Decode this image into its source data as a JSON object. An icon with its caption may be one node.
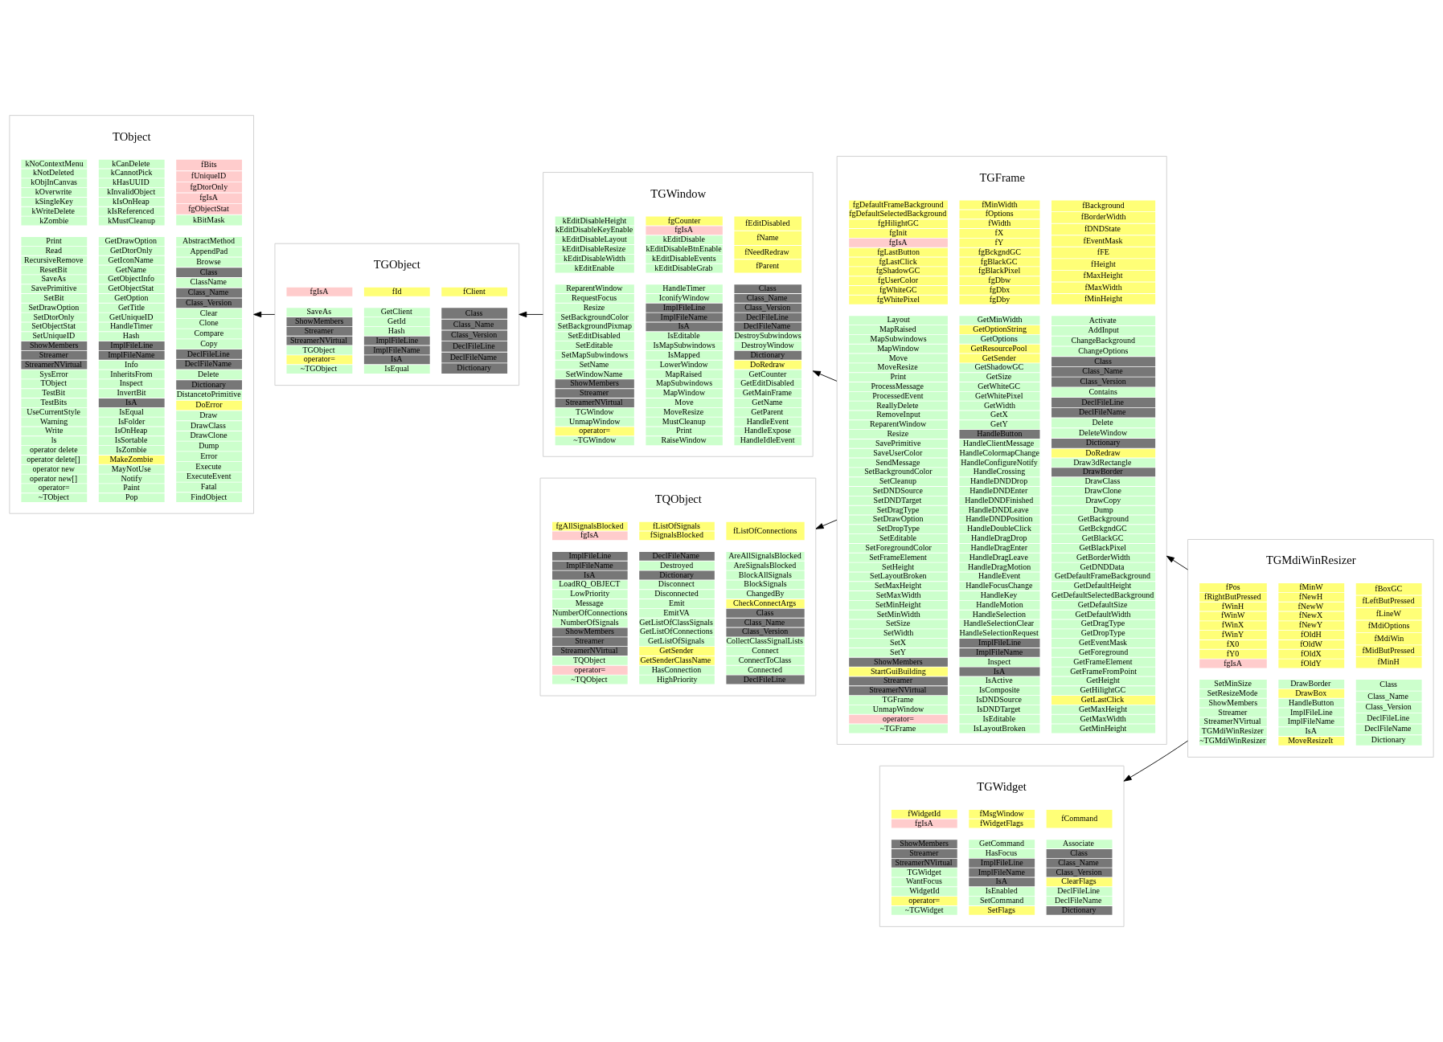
{
  "diagram": {
    "nodes": [
      {
        "text": [
          "TObject",
          "kNoContextMenu",
          "kNotDeleted",
          "kObjInCanvas",
          "kOverwrite",
          "kSingleKey",
          "kWriteDelete",
          "kZombie",
          "kCanDelete",
          "kCannotPick",
          "kHasUUID",
          "kInvalidObject",
          "kIsOnHeap",
          "kIsReferenced",
          "kMustCleanup",
          "fBits",
          "fUniqueID",
          "fgDtorOnly",
          "fgIsA",
          "fgObjectStat",
          "kBitMask",
          "Print",
          "Read",
          "RecursiveRemove",
          "ResetBit",
          "SaveAs",
          "SavePrimitive",
          "SetBit",
          "SetDrawOption",
          "SetDtorOnly",
          "SetObjectStat",
          "SetUniqueID",
          "ShowMembers",
          "Streamer",
          "StreamerNVirtual",
          "SysError",
          "TObject",
          "TestBit",
          "TestBits",
          "UseCurrentStyle",
          "Warning",
          "Write",
          "ls",
          "operator delete",
          "operator delete[]",
          "operator new",
          "operator new[]",
          "operator=",
          "~TObject",
          "GetDrawOption",
          "GetDtorOnly",
          "GetIconName",
          "GetName",
          "GetObjectInfo",
          "GetObjectStat",
          "GetOption",
          "GetTitle",
          "GetUniqueID",
          "HandleTimer",
          "Hash",
          "ImplFileLine",
          "ImplFileName",
          "Info",
          "InheritsFrom",
          "Inspect",
          "InvertBit",
          "IsA",
          "IsEqual",
          "IsFolder",
          "IsOnHeap",
          "IsSortable",
          "IsZombie",
          "MakeZombie",
          "MayNotUse",
          "Notify",
          "Paint",
          "Pop",
          "AbstractMethod",
          "AppendPad",
          "Browse",
          "Class",
          "ClassName",
          "Class_Name",
          "Class_Version",
          "Clear",
          "Clone",
          "Compare",
          "Copy",
          "DeclFileLine",
          "DeclFileName",
          "Delete",
          "Dictionary",
          "DistancetoPrimitive",
          "DoError",
          "Draw",
          "DrawClass",
          "DrawClone",
          "Dump",
          "Error",
          "Execute",
          "ExecuteEvent",
          "Fatal",
          "FindObject"
        ]
      },
      {
        "text": [
          "TGObject",
          "fgIsA",
          "fId",
          "fClient",
          "SaveAs",
          "ShowMembers",
          "Streamer",
          "StreamerNVirtual",
          "TGObject",
          "operator=",
          "~TGObject",
          "GetClient",
          "GetId",
          "Hash",
          "ImplFileLine",
          "ImplFileName",
          "IsA",
          "IsEqual",
          "Class",
          "Class_Name",
          "Class_Version",
          "DeclFileLine",
          "DeclFileName",
          "Dictionary"
        ]
      },
      {
        "text": [
          "TGWindow",
          "kEditDisableHeight",
          "kEditDisableKeyEnable",
          "kEditDisableLayout",
          "kEditDisableResize",
          "kEditDisableWidth",
          "kEditEnable",
          "fgCounter",
          "fgIsA",
          "kEditDisable",
          "kEditDisableBtnEnable",
          "kEditDisableEvents",
          "kEditDisableGrab",
          "fEditDisabled",
          "fName",
          "fNeedRedraw",
          "fParent",
          "ReparentWindow",
          "RequestFocus",
          "Resize",
          "SetBackgroundColor",
          "SetBackgroundPixmap",
          "SetEditDisabled",
          "SetEditable",
          "SetMapSubwindows",
          "SetName",
          "SetWindowName",
          "ShowMembers",
          "Streamer",
          "StreamerNVirtual",
          "TGWindow",
          "UnmapWindow",
          "operator=",
          "~TGWindow",
          "HandleTimer",
          "IconifyWindow",
          "ImplFileLine",
          "ImplFileName",
          "IsA",
          "IsEditable",
          "IsMapSubwindows",
          "IsMapped",
          "LowerWindow",
          "MapRaised",
          "MapSubwindows",
          "MapWindow",
          "Move",
          "MoveResize",
          "MustCleanup",
          "Print",
          "RaiseWindow",
          "Class",
          "Class_Name",
          "Class_Version",
          "DeclFileLine",
          "DeclFileName",
          "DestroySubwindows",
          "DestroyWindow",
          "Dictionary",
          "DoRedraw",
          "GetCounter",
          "GetEditDisabled",
          "GetMainFrame",
          "GetName",
          "GetParent",
          "HandleEvent",
          "HandleExpose",
          "HandleIdleEvent"
        ]
      },
      {
        "text": [
          "TGFrame",
          "fgDefaultFrameBackground",
          "fgDefaultSelectedBackground",
          "fgHilightGC",
          "fgInit",
          "fgIsA",
          "fgLastButton",
          "fgLastClick",
          "fgShadowGC",
          "fgUserColor",
          "fgWhiteGC",
          "fgWhitePixel",
          "fMinWidth",
          "fOptions",
          "fWidth",
          "fX",
          "fY",
          "fgBckgndGC",
          "fgBlackGC",
          "fgBlackPixel",
          "fgDbw",
          "fgDbx",
          "fgDby",
          "fBackground",
          "fBorderWidth",
          "fDNDState",
          "fEventMask",
          "fFE",
          "fHeight",
          "fMaxHeight",
          "fMaxWidth",
          "fMinHeight",
          "Layout",
          "MapRaised",
          "MapSubwindows",
          "MapWindow",
          "Move",
          "MoveResize",
          "Print",
          "ProcessMessage",
          "ProcessedEvent",
          "ReallyDelete",
          "RemoveInput",
          "ReparentWindow",
          "Resize",
          "SavePrimitive",
          "SaveUserColor",
          "SendMessage",
          "SetBackgroundColor",
          "SetCleanup",
          "SetDNDSource",
          "SetDNDTarget",
          "SetDragType",
          "SetDrawOption",
          "SetDropType",
          "SetEditable",
          "SetForegroundColor",
          "SetFrameElement",
          "SetHeight",
          "SetLayoutBroken",
          "SetMaxHeight",
          "SetMaxWidth",
          "SetMinHeight",
          "SetMinWidth",
          "SetSize",
          "SetWidth",
          "SetX",
          "SetY",
          "ShowMembers",
          "StartGuiBuilding",
          "Streamer",
          "StreamerNVirtual",
          "TGFrame",
          "UnmapWindow",
          "operator=",
          "~TGFrame",
          "GetMinWidth",
          "GetOptionString",
          "GetOptions",
          "GetResourcePool",
          "GetSender",
          "GetShadowGC",
          "GetSize",
          "GetWhiteGC",
          "GetWhitePixel",
          "GetWidth",
          "GetX",
          "GetY",
          "HandleButton",
          "HandleClientMessage",
          "HandleColormapChange",
          "HandleConfigureNotify",
          "HandleCrossing",
          "HandleDNDDrop",
          "HandleDNDEnter",
          "HandleDNDFinished",
          "HandleDNDLeave",
          "HandleDNDPosition",
          "HandleDoubleClick",
          "HandleDragDrop",
          "HandleDragEnter",
          "HandleDragLeave",
          "HandleDragMotion",
          "HandleEvent",
          "HandleFocusChange",
          "HandleKey",
          "HandleMotion",
          "HandleSelection",
          "HandleSelectionClear",
          "HandleSelectionRequest",
          "ImplFileLine",
          "ImplFileName",
          "Inspect",
          "IsA",
          "IsActive",
          "IsComposite",
          "IsDNDSource",
          "IsDNDTarget",
          "IsEditable",
          "IsLayoutBroken",
          "Activate",
          "AddInput",
          "ChangeBackground",
          "ChangeOptions",
          "Class",
          "Class_Name",
          "Class_Version",
          "Contains",
          "DeclFileLine",
          "DeclFileName",
          "Delete",
          "DeleteWindow",
          "Dictionary",
          "DoRedraw",
          "Draw3dRectangle",
          "DrawBorder",
          "DrawClass",
          "DrawClone",
          "DrawCopy",
          "Dump",
          "GetBackground",
          "GetBckgndGC",
          "GetBlackGC",
          "GetBlackPixel",
          "GetBorderWidth",
          "GetDNDData",
          "GetDefaultFrameBackground",
          "GetDefaultHeight",
          "GetDefaultSelectedBackground",
          "GetDefaultSize",
          "GetDefaultWidth",
          "GetDragType",
          "GetDropType",
          "GetEventMask",
          "GetForeground",
          "GetFrameElement",
          "GetFrameFromPoint",
          "GetHeight",
          "GetHilightGC",
          "GetLastClick",
          "GetMaxHeight",
          "GetMaxWidth",
          "GetMinHeight"
        ]
      },
      {
        "text": [
          "TGMdiWinResizer",
          "fPos",
          "fRightButPressed",
          "fWinH",
          "fWinW",
          "fWinX",
          "fWinY",
          "fX0",
          "fY0",
          "fgIsA",
          "fMinW",
          "fNewH",
          "fNewW",
          "fNewX",
          "fNewY",
          "fOldH",
          "fOldW",
          "fOldX",
          "fOldY",
          "fBoxGC",
          "fLeftButPressed",
          "fLineW",
          "fMdiOptions",
          "fMdiWin",
          "fMidButPressed",
          "fMinH",
          "SetMinSize",
          "SetResizeMode",
          "ShowMembers",
          "Streamer",
          "StreamerNVirtual",
          "TGMdiWinResizer",
          "~TGMdiWinResizer",
          "DrawBorder",
          "DrawBox",
          "HandleButton",
          "ImplFileLine",
          "ImplFileName",
          "IsA",
          "MoveResizeIt",
          "Class",
          "Class_Name",
          "Class_Version",
          "DeclFileLine",
          "DeclFileName",
          "Dictionary"
        ]
      },
      {
        "text": [
          "TQObject",
          "fgAllSignalsBlocked",
          "fgIsA",
          "fListOfSignals",
          "fSignalsBlocked",
          "fListOfConnections",
          "ImplFileLine",
          "ImplFileName",
          "IsA",
          "LoadRQ_OBJECT",
          "LowPriority",
          "Message",
          "NumberOfConnections",
          "NumberOfSignals",
          "ShowMembers",
          "Streamer",
          "StreamerNVirtual",
          "TQObject",
          "operator=",
          "~TQObject",
          "DeclFileName",
          "Destroyed",
          "Dictionary",
          "Disconnect",
          "Disconnected",
          "Emit",
          "EmitVA",
          "GetListOfClassSignals",
          "GetListOfConnections",
          "GetListOfSignals",
          "GetSender",
          "GetSenderClassName",
          "HasConnection",
          "HighPriority",
          "AreAllSignalsBlocked",
          "AreSignalsBlocked",
          "BlockAllSignals",
          "BlockSignals",
          "ChangedBy",
          "CheckConnectArgs",
          "Class",
          "Class_Name",
          "Class_Version",
          "CollectClassSignalLists",
          "Connect",
          "ConnectToClass",
          "Connected",
          "DeclFileLine"
        ]
      },
      {
        "text": [
          "TGWidget",
          "fWidgetId",
          "fgIsA",
          "fMsgWindow",
          "fWidgetFlags",
          "fCommand",
          "ShowMembers",
          "Streamer",
          "StreamerNVirtual",
          "TGWidget",
          "WantFocus",
          "WidgetId",
          "operator=",
          "~TGWidget",
          "GetCommand",
          "HasFocus",
          "ImplFileLine",
          "ImplFileName",
          "IsA",
          "IsEnabled",
          "SetCommand",
          "SetFlags",
          "Associate",
          "Class",
          "Class_Name",
          "Class_Version",
          "ClearFlags",
          "DeclFileLine",
          "DeclFileName",
          "Dictionary"
        ]
      }
    ],
    "edges": [
      {
        "from": 1,
        "to": 0,
        "arrow": "to"
      },
      {
        "from": 2,
        "to": 1,
        "arrow": "to"
      },
      {
        "from": 3,
        "to": 2,
        "arrow": "to"
      },
      {
        "from": 3,
        "to": 5,
        "arrow": "to"
      },
      {
        "from": 4,
        "to": 3,
        "arrow": "to"
      },
      {
        "from": 4,
        "to": 6,
        "arrow": "to"
      }
    ]
  }
}
